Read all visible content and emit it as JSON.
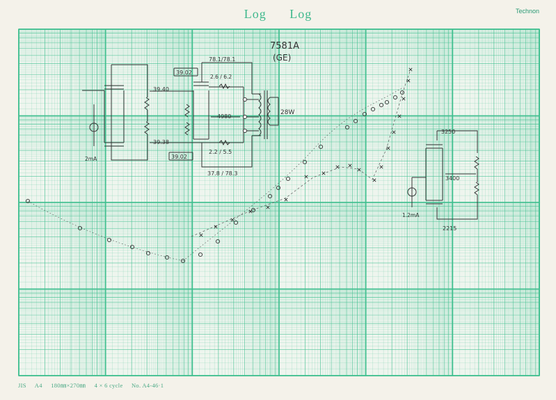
{
  "header": {
    "left": "Log",
    "right": "Log"
  },
  "brand": "Technon",
  "footer": {
    "std": "JIS",
    "size": "A4",
    "dims": "180㎜×270㎜",
    "cycles": "4 × 6 cycle",
    "number": "No. A4-46·1"
  },
  "notes": {
    "tube": "7581A",
    "make": "(GE)",
    "lbl_3902": "39.02",
    "lbl_3902b": "39.02",
    "v_3940": "39.40",
    "v_3938": "39.38",
    "v_781": "78.1/78.1",
    "v_26": "2.6 / 6.2",
    "v_4980": "4980",
    "v_22": "2.2 / 5.5",
    "v_378": "37.8 / 78.3",
    "out": "28W",
    "cur_left": "2mA",
    "v_3250": "3250",
    "v_3400": "3400",
    "cur_right": "1.2mA",
    "v_2215": "2215"
  },
  "colors": {
    "grid": "#3fbf8f",
    "ink": "#3a3a3a"
  }
}
